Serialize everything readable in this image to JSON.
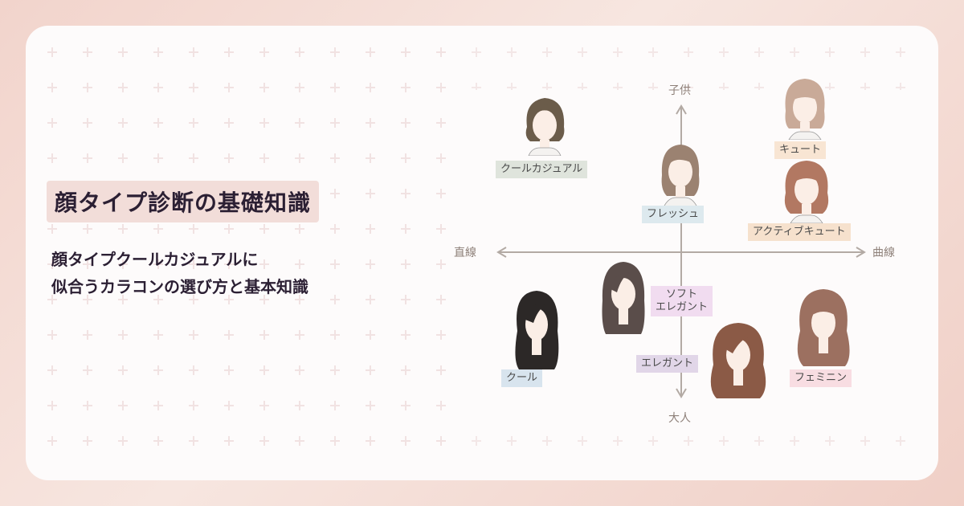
{
  "title": "顔タイプ診断の基礎知識",
  "subtitle": {
    "line1": "顔タイプクールカジュアルに",
    "line2": "似合うカラコンの選び方と基本知識"
  },
  "axes": {
    "top": "子供",
    "bottom": "大人",
    "left": "直線",
    "right": "曲線"
  },
  "types": {
    "cool_casual": {
      "label": "クールカジュアル",
      "color": "#dfe4dc"
    },
    "fresh": {
      "label": "フレッシュ",
      "color": "#dde9ee"
    },
    "cute": {
      "label": "キュート",
      "color": "#f8e5d3"
    },
    "active_cute": {
      "label": "アクティブキュート",
      "color": "#f6e1cd"
    },
    "soft_elegant": {
      "line1": "ソフト",
      "line2": "エレガント",
      "color": "#f1dcf0"
    },
    "elegant": {
      "label": "エレガント",
      "color": "#e1d6e8"
    },
    "cool": {
      "label": "クール",
      "color": "#d8e4ee"
    },
    "feminine": {
      "label": "フェミニン",
      "color": "#f8dde2"
    }
  },
  "colors": {
    "title_bg": "#f2ddd9",
    "text": "#2b1f33",
    "axis": "#b3aaa4"
  }
}
